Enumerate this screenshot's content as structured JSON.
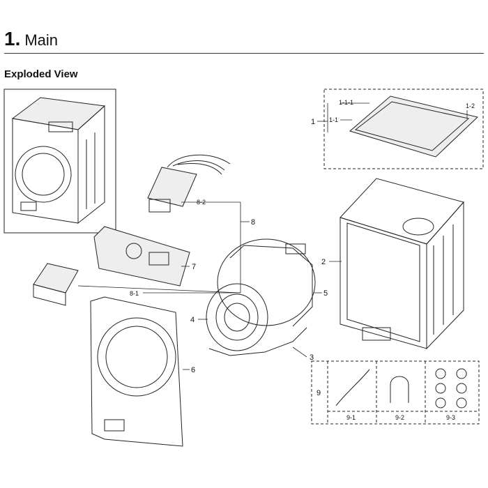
{
  "section": {
    "number": "1.",
    "title": "Main"
  },
  "subtitle": "Exploded View",
  "labels": {
    "l1": "1",
    "l1_1": "1-1",
    "l1_1_1": "1-1-1",
    "l1_2": "1-2",
    "l2": "2",
    "l3": "3",
    "l4": "4",
    "l5": "5",
    "l6": "6",
    "l7": "7",
    "l8": "8",
    "l8_1": "8-1",
    "l8_2": "8-2",
    "l9": "9",
    "l9_1": "9-1",
    "l9_2": "9-2",
    "l9_3": "9-3"
  }
}
